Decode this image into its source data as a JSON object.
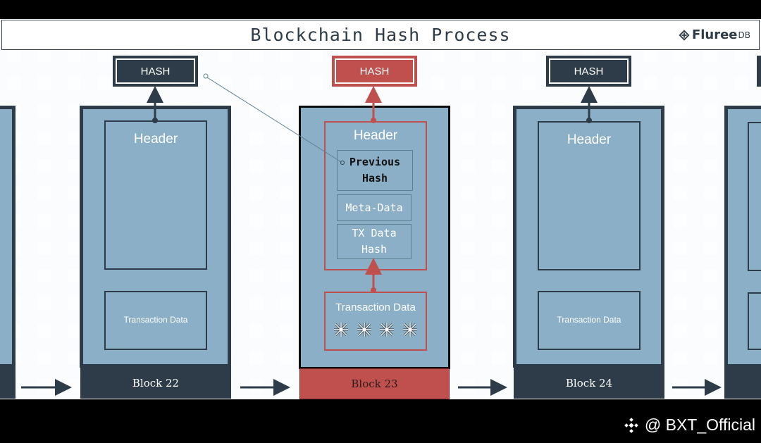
{
  "title": "Blockchain Hash Process",
  "logo": {
    "name": "Fluree",
    "suffix": "DB"
  },
  "colors": {
    "dark": "#2d3c48",
    "accent": "#c0504d",
    "block_fill": "#8aafc6",
    "background": "#e4ecf3"
  },
  "blocks": [
    {
      "hash_label": "HASH",
      "header_label": "Header",
      "tx_label": "Transaction Data",
      "footer": "Block 22"
    },
    {
      "hash_label": "HASH",
      "header_label": "Header",
      "fields": [
        "Previous Hash",
        "Meta-Data",
        "TX Data Hash"
      ],
      "field_lines": [
        [
          "Previous",
          "Hash"
        ],
        [
          "Meta-Data"
        ],
        [
          "TX Data",
          "Hash"
        ]
      ],
      "tx_label": "Transaction Data",
      "footer": "Block 23"
    },
    {
      "hash_label": "HASH",
      "header_label": "Header",
      "tx_label": "Transaction Data",
      "footer": "Block 24"
    }
  ],
  "transaction_icons": [
    "transaction-icon",
    "transaction-icon",
    "transaction-icon",
    "transaction-icon"
  ],
  "watermark": "@ BXT_Official"
}
